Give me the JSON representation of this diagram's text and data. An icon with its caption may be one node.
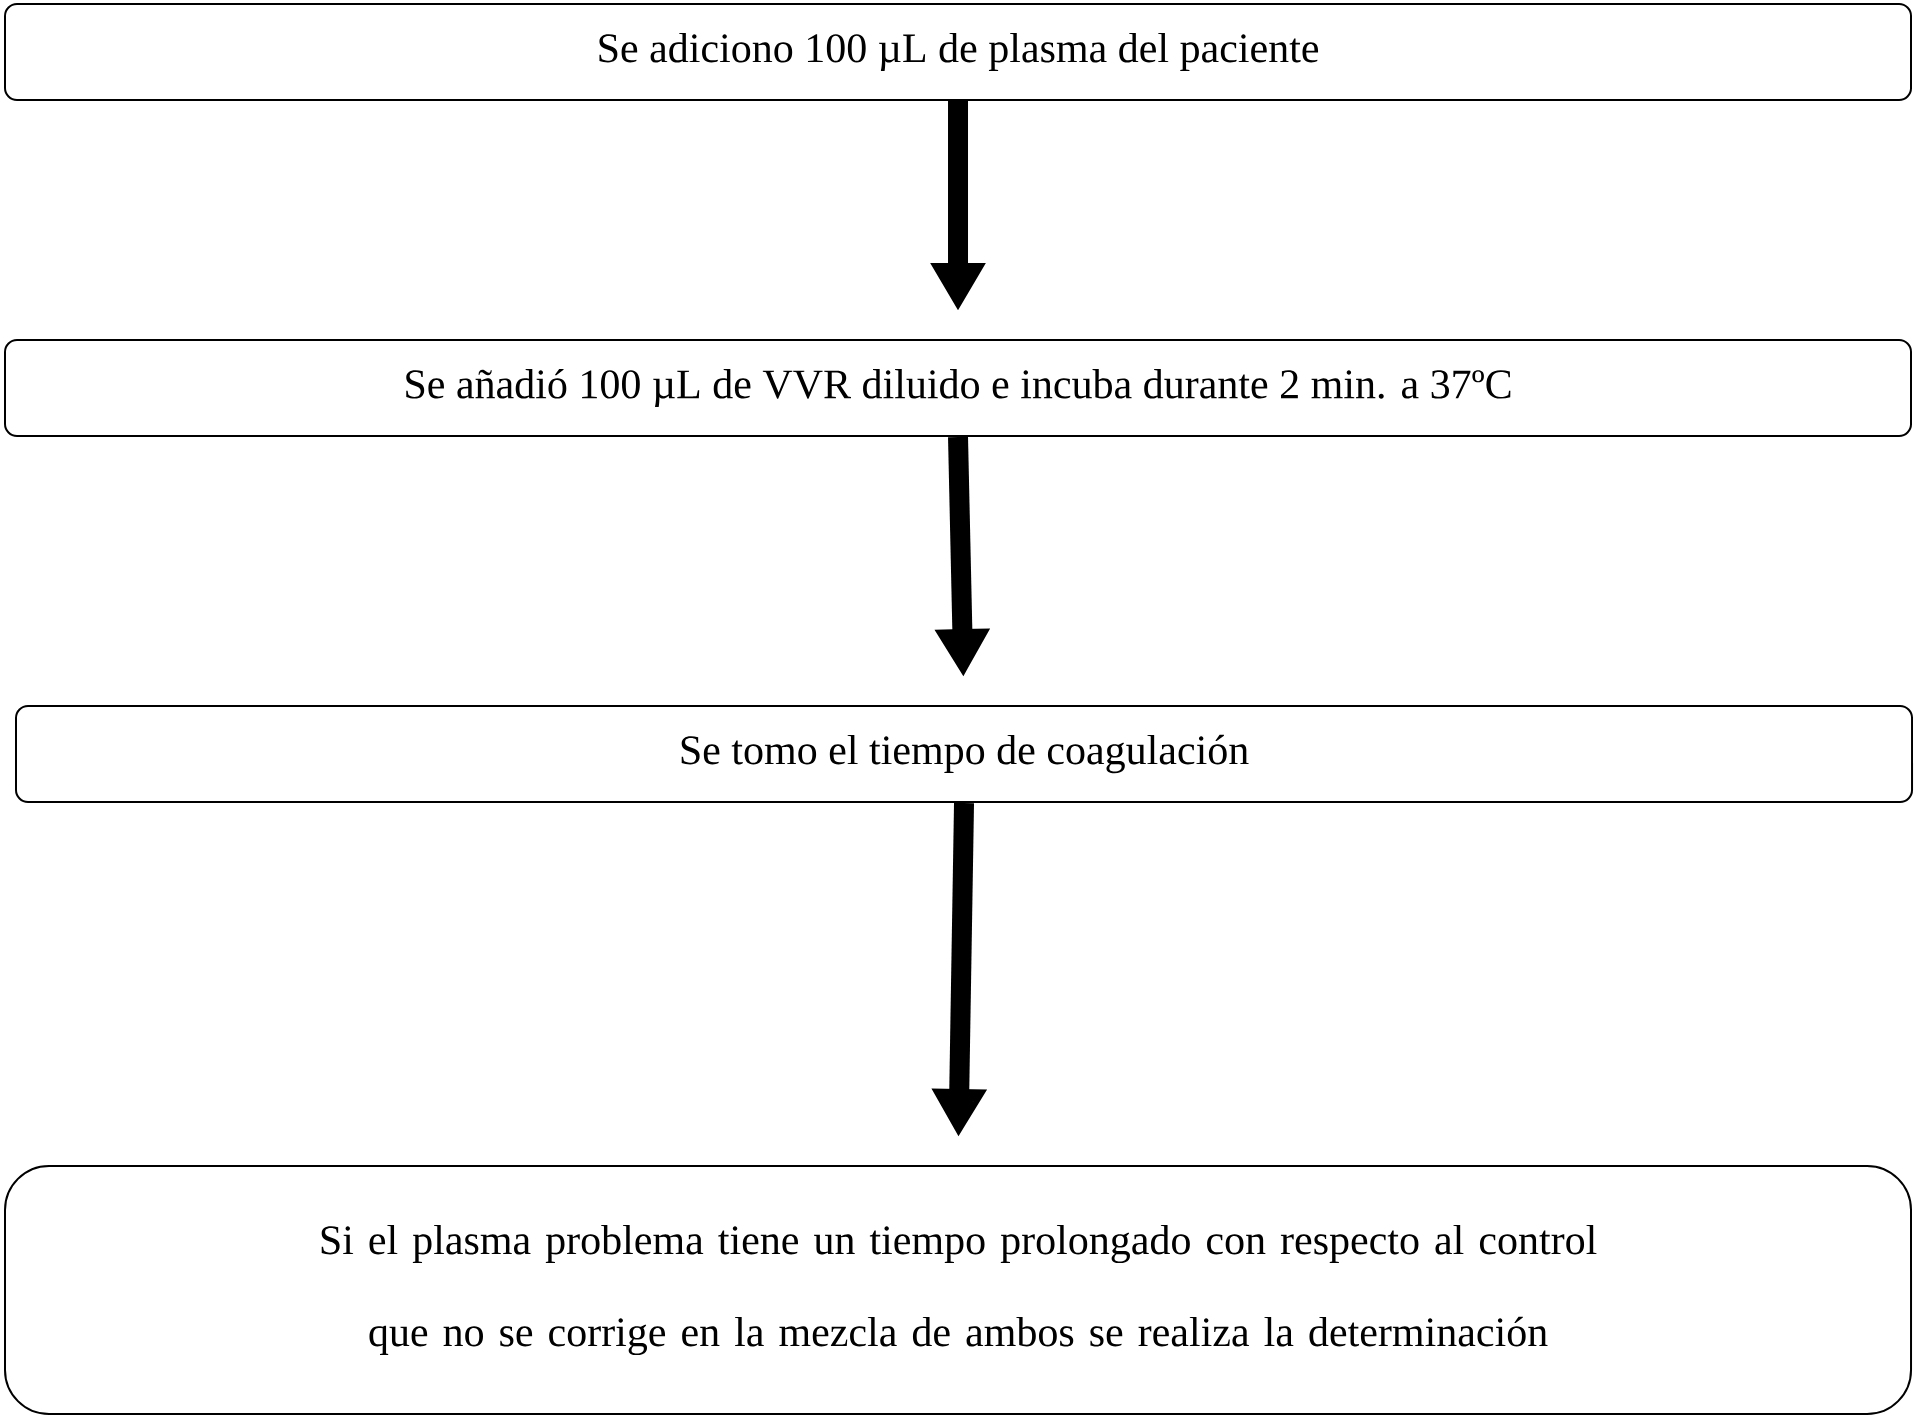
{
  "diagram": {
    "nodes": [
      {
        "text": [
          "Se adiciono 100 µL    de plasma del paciente"
        ]
      },
      {
        "text": [
          "Se añadió 100 µL de VVR diluido e incuba durante 2 min. a 37ºC"
        ]
      },
      {
        "text": [
          "Se tomo el tiempo de coagulación"
        ]
      },
      {
        "text": [
          "Si el plasma problema tiene un tiempo prolongado con respecto al control que no se corrige en la mezcla de ambos se realiza la determinación"
        ]
      }
    ],
    "edges": [
      {
        "from": 0,
        "to": 1,
        "arrow": "to"
      },
      {
        "from": 1,
        "to": 2,
        "arrow": "to"
      },
      {
        "from": 2,
        "to": 3,
        "arrow": "to"
      }
    ]
  }
}
